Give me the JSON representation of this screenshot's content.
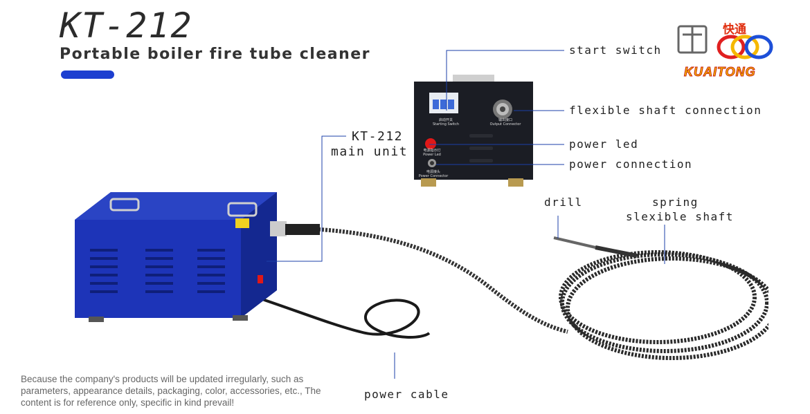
{
  "header": {
    "model": "KT-212",
    "subtitle": "Portable boiler fire tube cleaner"
  },
  "logo": {
    "brand": "KUAITONG",
    "chinese": "快通"
  },
  "callouts": {
    "start_switch": "start switch",
    "flexible_shaft_connection": "flexible shaft connection",
    "power_led": "power led",
    "power_connection": "power connection",
    "main_unit_line1": "KT-212",
    "main_unit_line2": "main unit",
    "drill": "drill",
    "spring_line1": "spring",
    "spring_line2": "slexible shaft",
    "power_cable": "power cable"
  },
  "panel": {
    "switch_cn": "启动开关",
    "switch_en": "Starting Switch",
    "output_cn": "输出接口",
    "output_en": "Output Connector",
    "led_cn": "电源指示灯",
    "led_en": "Power Led",
    "power_cn": "电源接头",
    "power_en": "Power Connector"
  },
  "disclaimer": "Because the company's products will be updated irregularly, such as parameters, appearance details, packaging, color, accessories, etc.,  The content is for reference only, specific in kind prevail!",
  "colors": {
    "accent": "#1d3fd0",
    "unit_blue": "#1a2fa8",
    "panel_dark": "#1b1d24",
    "led_red": "#e01818"
  }
}
